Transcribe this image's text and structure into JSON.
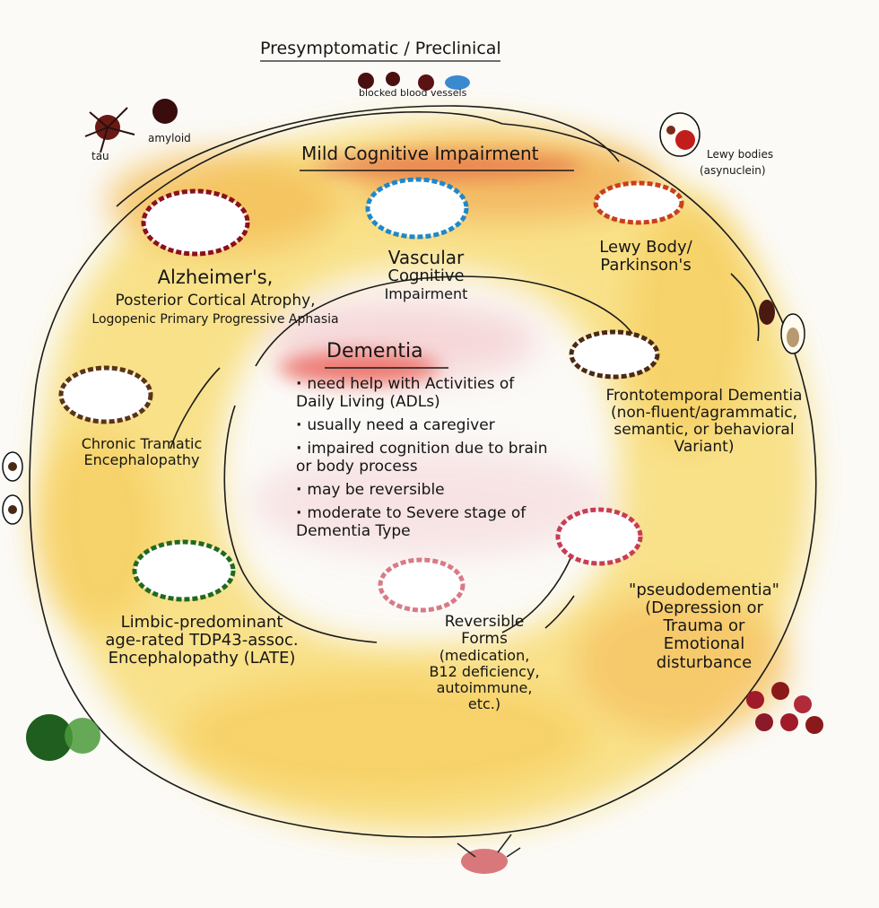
{
  "header": {
    "stage_label": "Presymptomatic / Preclinical",
    "blocked_vessels": "blocked blood vessels"
  },
  "markers": {
    "tau": "tau",
    "amyloid": "amyloid",
    "lewy_bodies": [
      "Lewy bodies",
      "(asynuclein)"
    ]
  },
  "mci": {
    "title": "Mild Cognitive Impairment",
    "alzheimers": [
      "Alzheimer's,",
      "Posterior Cortical Atrophy,",
      "Logopenic Primary Progressive Aphasia"
    ],
    "vascular": [
      "Vascular",
      "Cognitive",
      "Impairment"
    ],
    "lewy": [
      "Lewy Body/",
      "Parkinson's"
    ],
    "ftd": [
      "Frontotemporal Dementia",
      "(non-fluent/agrammatic,",
      "semantic, or behavioral",
      "Variant)"
    ],
    "cte": [
      "Chronic Tramatic",
      "Encephalopathy"
    ],
    "late": [
      "Limbic-predominant",
      "age-rated TDP43-assoc.",
      "Encephalopathy (LATE)"
    ],
    "reversible": [
      "Reversible",
      "Forms",
      "(medication,",
      "B12 deficiency,",
      "autoimmune,",
      "etc.)"
    ],
    "pseudo": [
      "\"pseudodementia\"",
      "(Depression or",
      "Trauma or",
      "Emotional",
      "disturbance"
    ]
  },
  "dementia": {
    "title": "Dementia",
    "bullets": [
      "need help with Activities of Daily Living (ADLs)",
      "usually need a caregiver",
      "impaired cognition due to brain or body process",
      "may be reversible",
      "moderate to Severe stage of Dementia Type"
    ]
  },
  "colors": {
    "alzheimers": "#8a1020",
    "vascular": "#1e88c9",
    "lewy": "#c8401c",
    "ftd": "#4a2a14",
    "cte": "#5a3418",
    "late": "#1f6a1f",
    "reversible": "#d97a86",
    "pseudo": "#c93c55",
    "wash_yellow": "#f6d54a",
    "wash_orange": "#f0a23c",
    "wash_red": "#d8332a"
  }
}
